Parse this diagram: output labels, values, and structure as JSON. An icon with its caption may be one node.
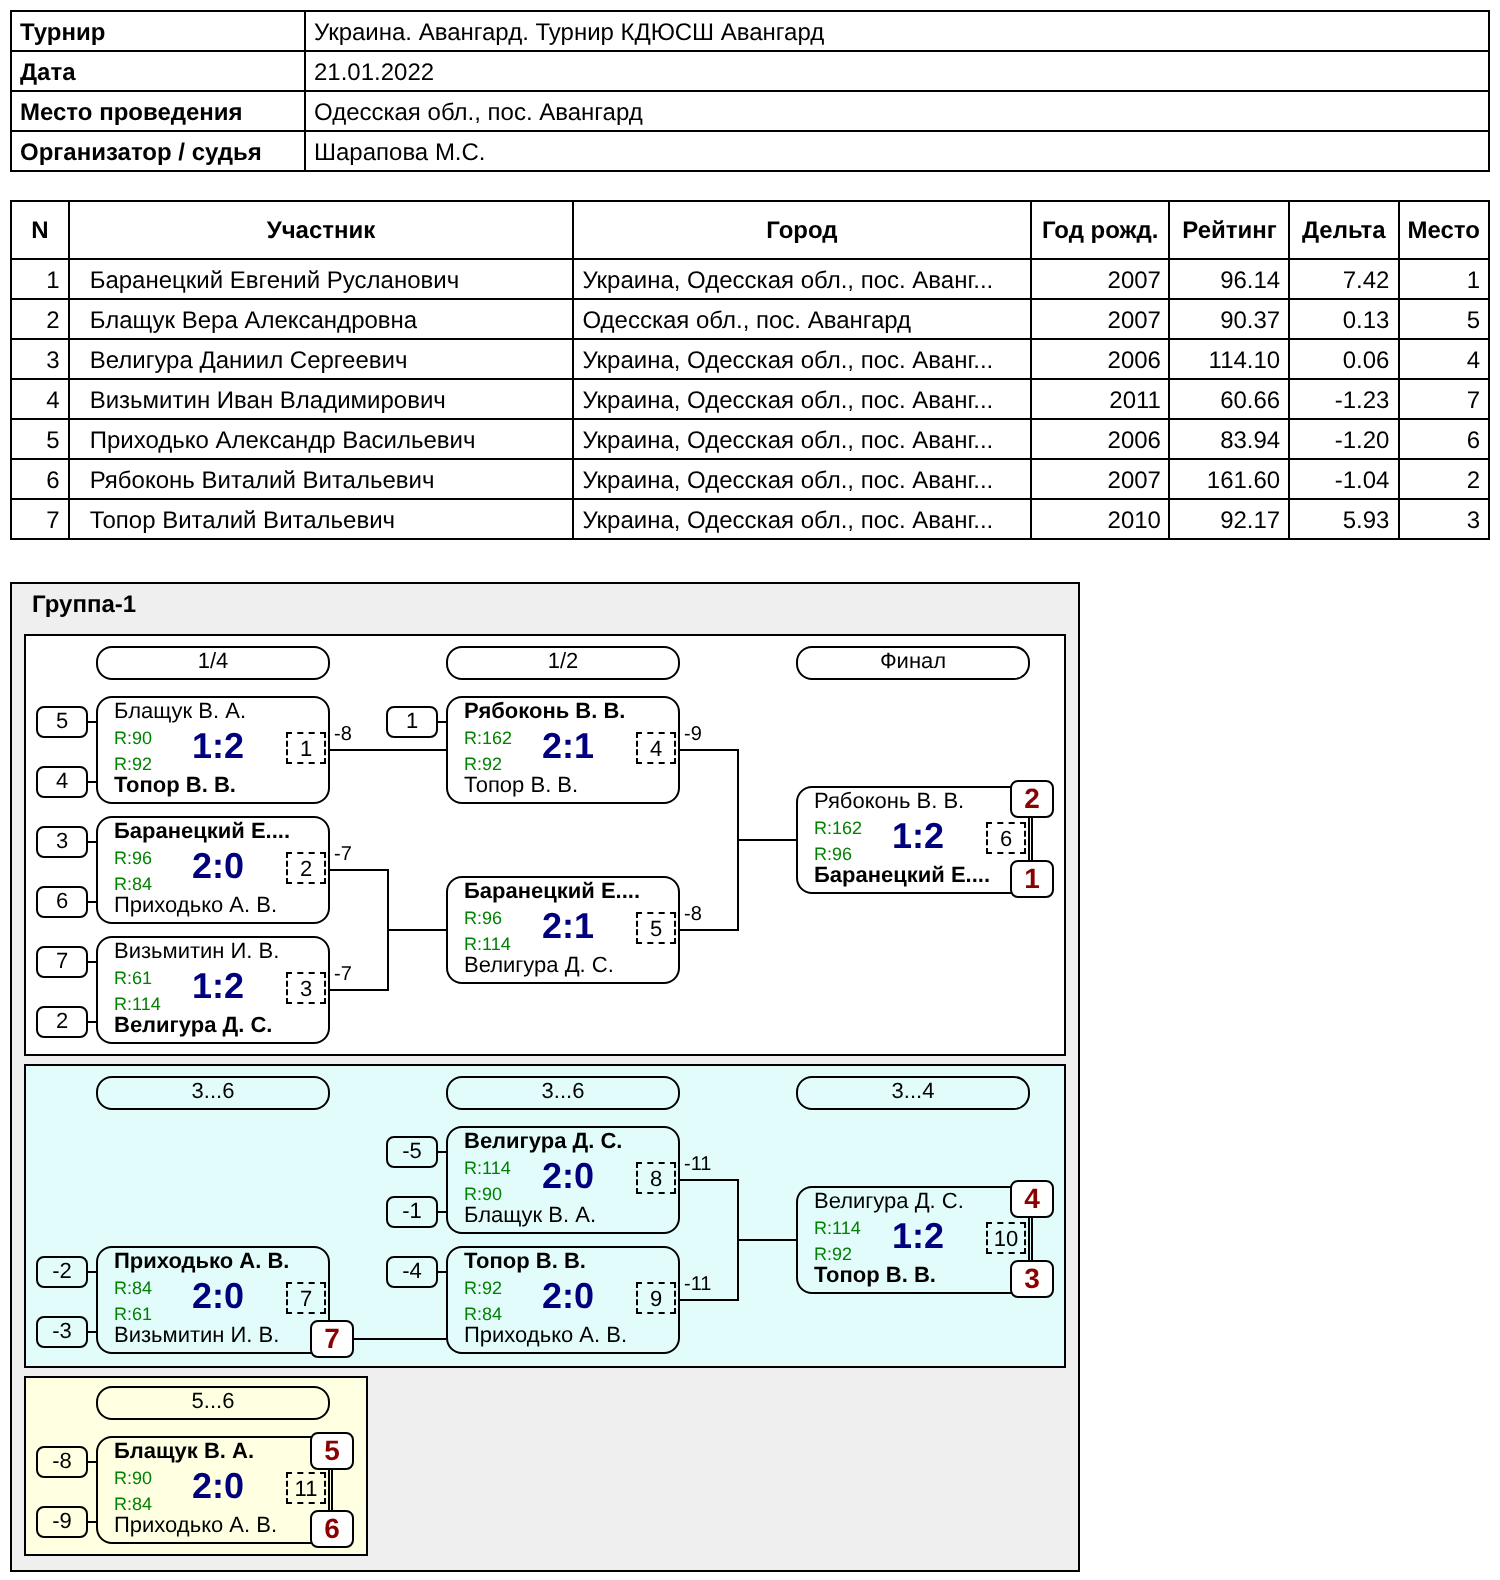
{
  "diagram": {
    "nodes": [
      {
        "text": [
          "Группа-1"
        ]
      },
      {
        "text": [],
        "shape": "box",
        "in": 0
      },
      {
        "text": [
          "1/4"
        ],
        "in": 1
      },
      {
        "text": [
          "1/2"
        ],
        "in": 1
      },
      {
        "text": [
          "Финал"
        ],
        "in": 1
      },
      {
        "text": [
          "5"
        ],
        "in": 1
      },
      {
        "text": [
          "4"
        ],
        "in": 1
      },
      {
        "text": [
          "Блащук В. А.",
          "R:90",
          "1:2",
          "1",
          "R:92",
          "Топор В. В."
        ],
        "in": 1
      },
      {
        "text": [
          "3"
        ],
        "in": 1
      },
      {
        "text": [
          "6"
        ],
        "in": 1
      },
      {
        "text": [
          "Баранецкий Е....",
          "R:96",
          "2:0",
          "2",
          "R:84",
          "Приходько А. В."
        ],
        "in": 1
      },
      {
        "text": [
          "7"
        ],
        "in": 1
      },
      {
        "text": [
          "2"
        ],
        "in": 1
      },
      {
        "text": [
          "Визьмитин И. В.",
          "R:61",
          "1:2",
          "3",
          "R:114",
          "Велигура Д. С."
        ],
        "in": 1
      },
      {
        "text": [
          "1"
        ],
        "in": 1
      },
      {
        "text": [
          "Рябоконь В. В.",
          "R:162",
          "2:1",
          "4",
          "R:92",
          "Топор В. В."
        ],
        "in": 1
      },
      {
        "text": [
          "Баранецкий Е....",
          "R:96",
          "2:1",
          "5",
          "R:114",
          "Велигура Д. С."
        ],
        "in": 1
      },
      {
        "text": [
          "Рябоконь В. В.",
          "R:162",
          "1:2",
          "6",
          "R:96",
          "Баранецкий Е...."
        ],
        "in": 1
      },
      {
        "text": [
          "2"
        ],
        "in": 1
      },
      {
        "text": [
          "1"
        ],
        "in": 1
      },
      {
        "text": [],
        "shape": "box",
        "in": 0
      },
      {
        "text": [
          "3...6"
        ],
        "in": 20
      },
      {
        "text": [
          "3...6"
        ],
        "in": 20
      },
      {
        "text": [
          "3...4"
        ],
        "in": 20
      },
      {
        "text": [
          "-5"
        ],
        "in": 20
      },
      {
        "text": [
          "-1"
        ],
        "in": 20
      },
      {
        "text": [
          "Велигура Д. С.",
          "R:114",
          "2:0",
          "8",
          "R:90",
          "Блащук В. А."
        ],
        "in": 20
      },
      {
        "text": [
          "-2"
        ],
        "in": 20
      },
      {
        "text": [
          "-3"
        ],
        "in": 20
      },
      {
        "text": [
          "Приходько А. В.",
          "R:84",
          "2:0",
          "7",
          "R:61",
          "Визьмитин И. В."
        ],
        "in": 20
      },
      {
        "text": [
          "7"
        ],
        "in": 20
      },
      {
        "text": [
          "-4"
        ],
        "in": 20
      },
      {
        "text": [
          "Топор В. В.",
          "R:92",
          "2:0",
          "9",
          "R:84",
          "Приходько А. В."
        ],
        "in": 20
      },
      {
        "text": [
          "Велигура Д. С.",
          "R:114",
          "1:2",
          "10",
          "R:92",
          "Топор В. В."
        ],
        "in": 20
      },
      {
        "text": [
          "4"
        ],
        "in": 20
      },
      {
        "text": [
          "3"
        ],
        "in": 20
      },
      {
        "text": [],
        "shape": "box",
        "in": 0
      },
      {
        "text": [
          "5...6"
        ],
        "in": 36
      },
      {
        "text": [
          "-8"
        ],
        "in": 36
      },
      {
        "text": [
          "-9"
        ],
        "in": 36
      },
      {
        "text": [
          "Блащук В. А.",
          "R:90",
          "2:0",
          "11",
          "R:84",
          "Приходько А. В."
        ],
        "in": 36
      },
      {
        "text": [
          "5"
        ],
        "in": 36
      },
      {
        "text": [
          "6"
        ],
        "in": 36
      }
    ],
    "edges": [
      {
        "from": 5,
        "to": 7,
        "arrow": "none"
      },
      {
        "from": 6,
        "to": 7,
        "arrow": "none"
      },
      {
        "from": 8,
        "to": 10,
        "arrow": "none"
      },
      {
        "from": 9,
        "to": 10,
        "arrow": "none"
      },
      {
        "from": 11,
        "to": 13,
        "arrow": "none"
      },
      {
        "from": 12,
        "to": 13,
        "arrow": "none"
      },
      {
        "from": 14,
        "to": 15,
        "arrow": "none"
      },
      {
        "from": 7,
        "to": 15,
        "arrow": "none",
        "label": "-8"
      },
      {
        "from": 10,
        "to": 16,
        "arrow": "none",
        "label": "-7"
      },
      {
        "from": 13,
        "to": 16,
        "arrow": "none",
        "label": "-7"
      },
      {
        "from": 15,
        "to": 17,
        "arrow": "none",
        "label": "-9"
      },
      {
        "from": 16,
        "to": 17,
        "arrow": "none",
        "label": "-8"
      },
      {
        "from": 18,
        "to": 19,
        "arrow": "none"
      },
      {
        "from": 24,
        "to": 26,
        "arrow": "none"
      },
      {
        "from": 25,
        "to": 26,
        "arrow": "none"
      },
      {
        "from": 27,
        "to": 29,
        "arrow": "none"
      },
      {
        "from": 28,
        "to": 29,
        "arrow": "none"
      },
      {
        "from": 31,
        "to": 32,
        "arrow": "none"
      },
      {
        "from": 30,
        "to": 32,
        "arrow": "none"
      },
      {
        "from": 26,
        "to": 33,
        "arrow": "none",
        "label": "-11"
      },
      {
        "from": 32,
        "to": 33,
        "arrow": "none",
        "label": "-11"
      },
      {
        "from": 34,
        "to": 35,
        "arrow": "none"
      },
      {
        "from": 38,
        "to": 40,
        "arrow": "none"
      },
      {
        "from": 39,
        "to": 40,
        "arrow": "none"
      },
      {
        "from": 41,
        "to": 42,
        "arrow": "none"
      }
    ],
    "labels": [
      "Турнир",
      "Украина. Авангард. Турнир КДЮСШ Авангард",
      "Дата",
      "21.01.2022",
      "Место проведения",
      "Одесская обл., пос. Авангард",
      "Организатор / судья",
      "Шарапова М.С.",
      "N",
      "Участник",
      "Город",
      "Год рожд.",
      "Рейтинг",
      "Дельта",
      "Место",
      "1",
      "Баранецкий Евгений Русланович",
      "Украина, Одесская обл., пос. Аванг...",
      "2007",
      "96.14",
      "7.42",
      "1",
      "2",
      "Блащук Вера Александровна",
      "Одесская обл., пос. Авангард",
      "2007",
      "90.37",
      "0.13",
      "5",
      "3",
      "Велигура Даниил Сергеевич",
      "Украина, Одесская обл., пос. Аванг...",
      "2006",
      "114.10",
      "0.06",
      "4",
      "4",
      "Визьмитин Иван Владимирович",
      "Украина, Одесская обл., пос. Аванг...",
      "2011",
      "60.66",
      "-1.23",
      "7",
      "5",
      "Приходько Александр Васильевич",
      "Украина, Одесская обл., пос. Аванг...",
      "2006",
      "83.94",
      "-1.20",
      "6",
      "6",
      "Рябоконь Виталий Витальевич",
      "Украина, Одесская обл., пос. Аванг...",
      "2007",
      "161.60",
      "-1.04",
      "2",
      "7",
      "Топор Виталий Витальевич",
      "Украина, Одесская обл., пос. Аванг...",
      "2010",
      "92.17",
      "5.93",
      "3"
    ]
  }
}
